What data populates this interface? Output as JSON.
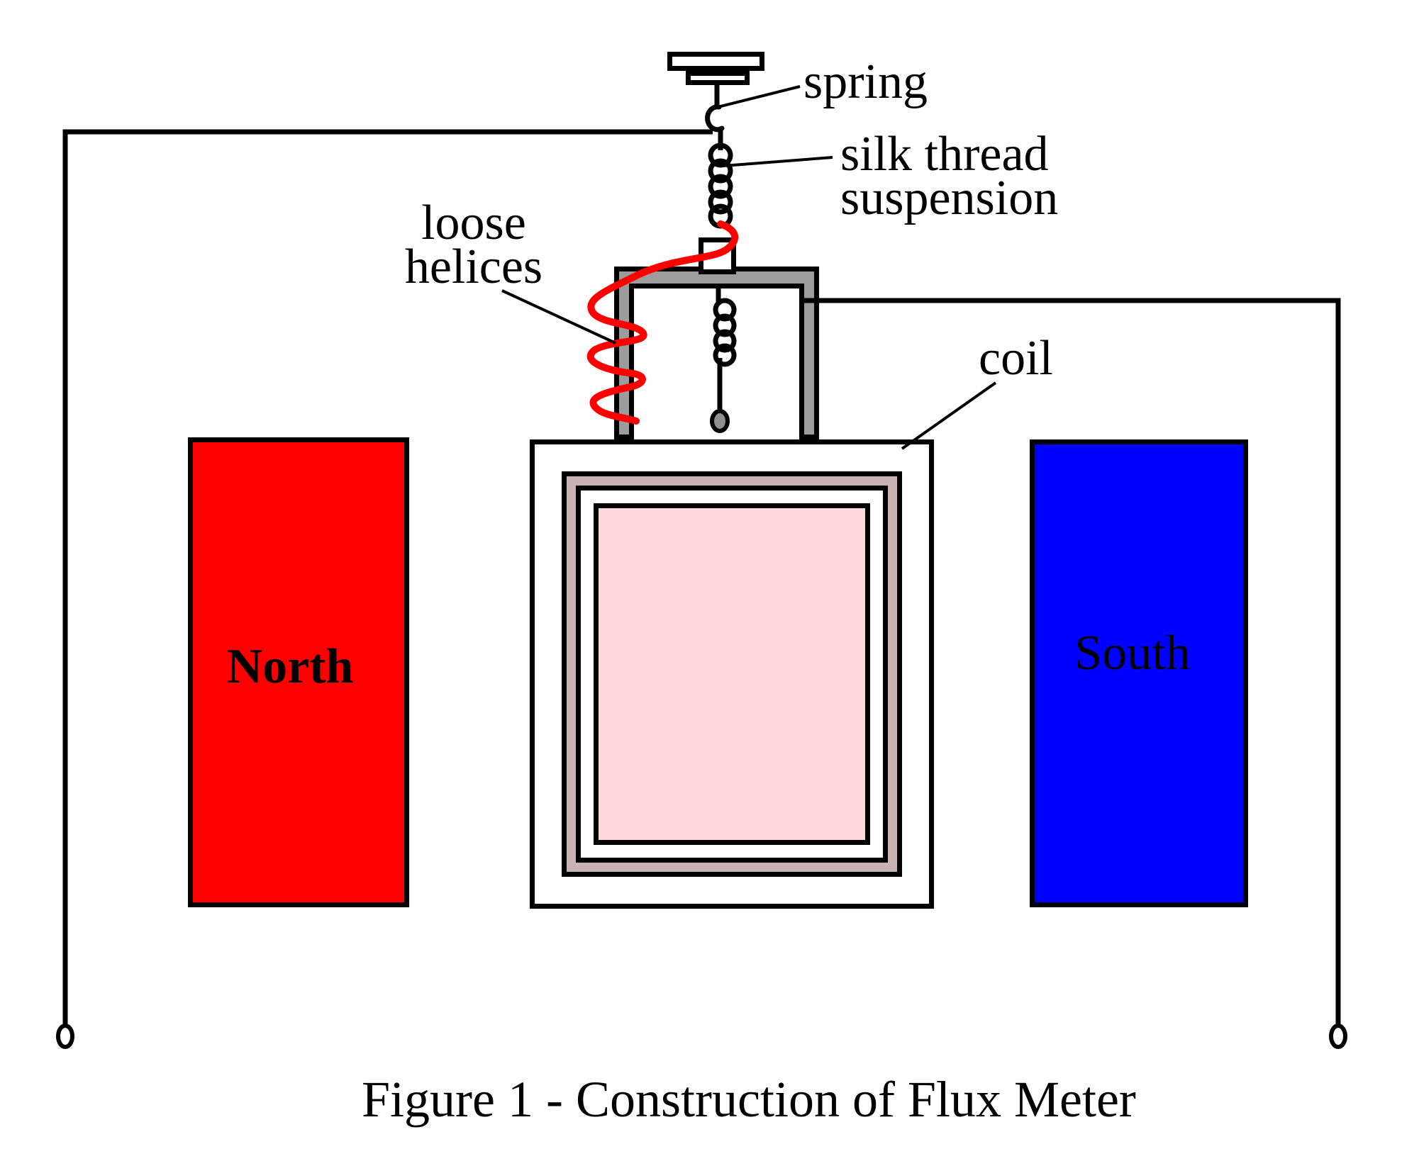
{
  "figure": {
    "caption": "Figure 1 - Construction of Flux Meter",
    "annotations": {
      "spring": "spring",
      "silk_thread": {
        "line1": "silk thread",
        "line2": "suspension"
      },
      "loose_helices": {
        "line1": "loose",
        "line2": "helices"
      },
      "coil": "coil"
    },
    "magnets": {
      "north": {
        "label": "North",
        "color": "#ff0000",
        "text_color": "#ffffff"
      },
      "south": {
        "label": "South",
        "color": "#0000ff",
        "text_color": "#ffffff"
      }
    },
    "colors": {
      "outline": "#000000",
      "former_gray": "#9c9c9c",
      "winding_mauve": "#c9b2b2",
      "core_pink": "#ffd7da",
      "helix_red": "#ff0000",
      "bob_gray": "#8f8f8f",
      "background": "#ffffff"
    }
  }
}
